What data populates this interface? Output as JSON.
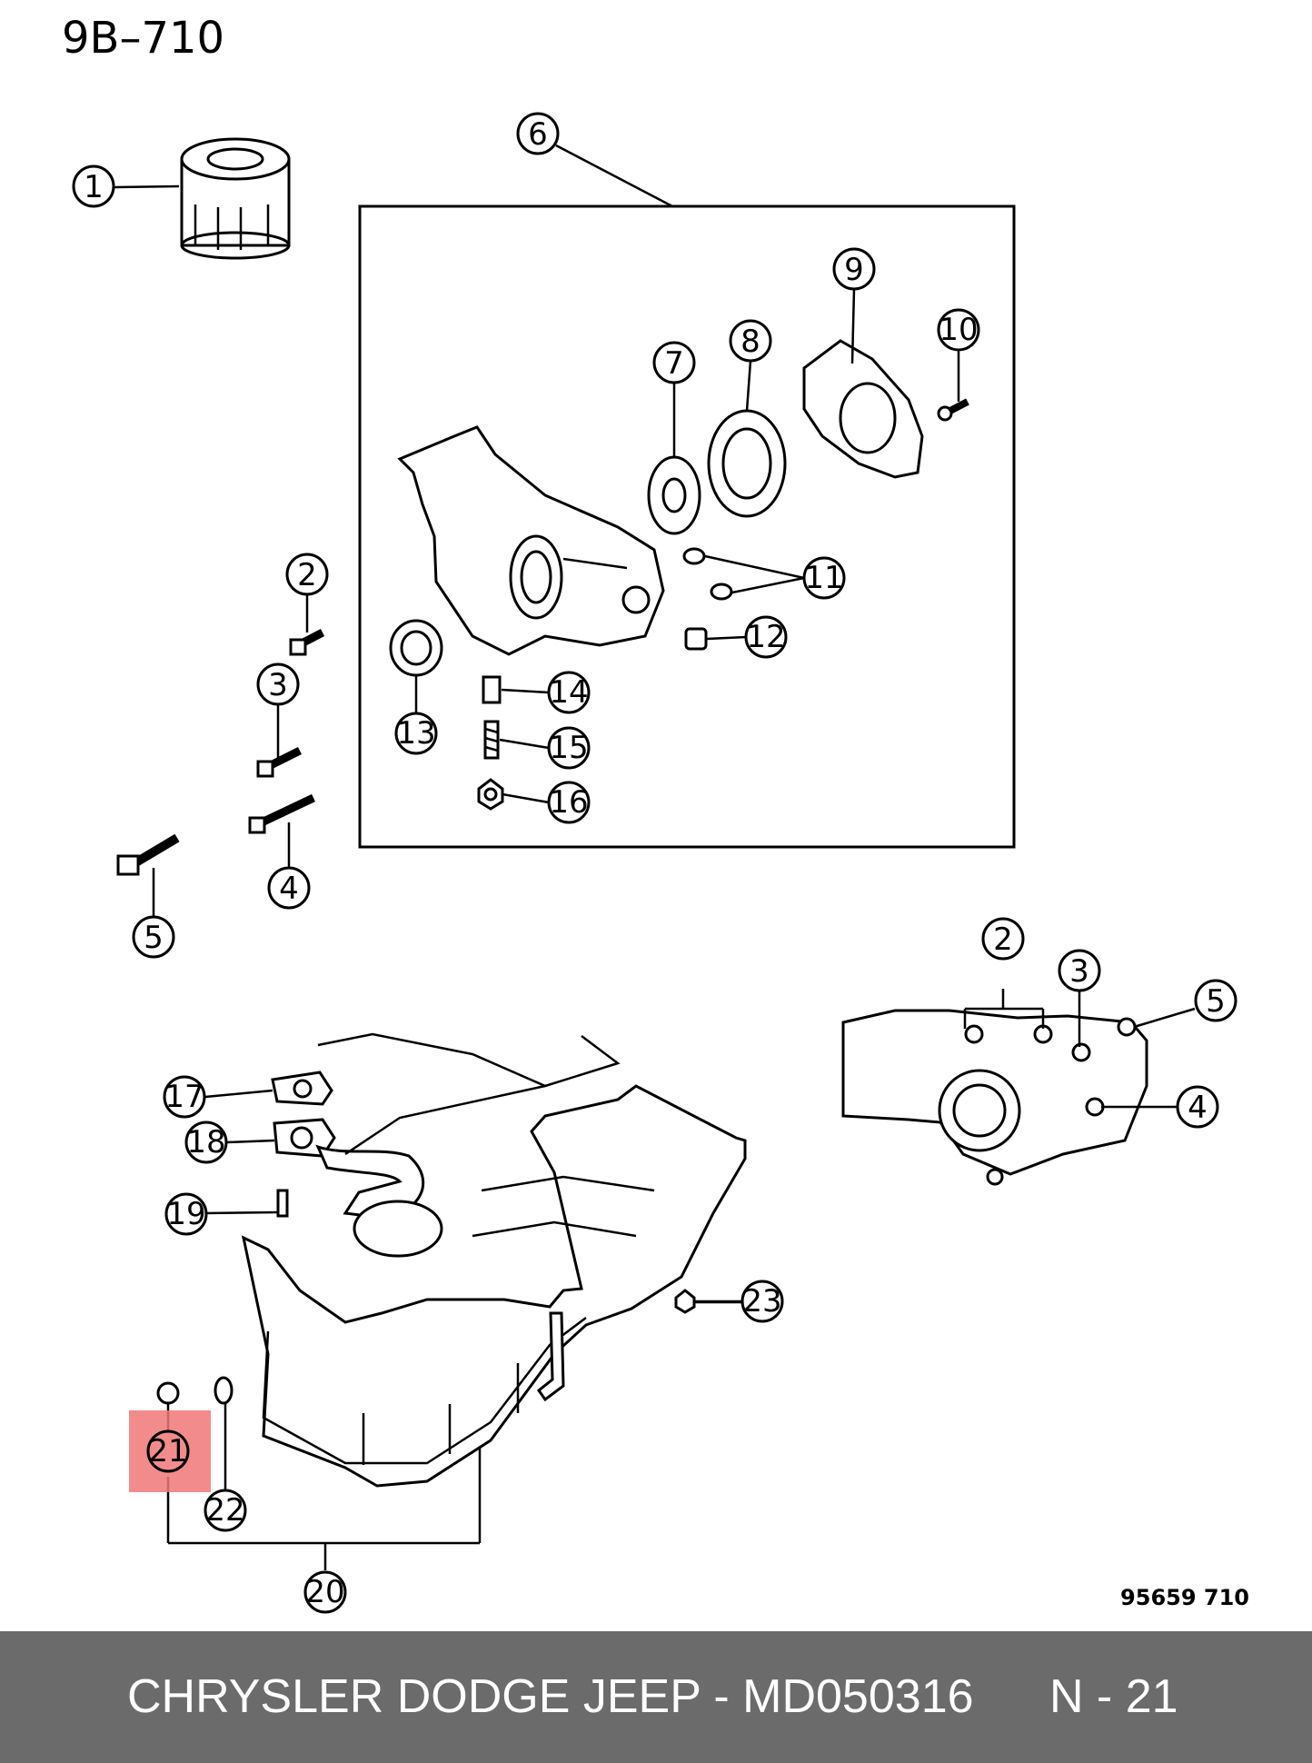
{
  "diagram": {
    "code": "9B–710",
    "figure_id": "95659 710",
    "highlight_color": "#f07878",
    "callouts": [
      {
        "id": "c1",
        "text": "1"
      },
      {
        "id": "c6",
        "text": "6"
      },
      {
        "id": "c9",
        "text": "9"
      },
      {
        "id": "c10",
        "text": "10"
      },
      {
        "id": "c8",
        "text": "8"
      },
      {
        "id": "c7",
        "text": "7"
      },
      {
        "id": "c11",
        "text": "11"
      },
      {
        "id": "c12",
        "text": "12"
      },
      {
        "id": "c13",
        "text": "13"
      },
      {
        "id": "c14",
        "text": "14"
      },
      {
        "id": "c15",
        "text": "15"
      },
      {
        "id": "c16",
        "text": "16"
      },
      {
        "id": "c2",
        "text": "2"
      },
      {
        "id": "c3",
        "text": "3"
      },
      {
        "id": "c4",
        "text": "4"
      },
      {
        "id": "c5",
        "text": "5"
      },
      {
        "id": "c2b",
        "text": "2"
      },
      {
        "id": "c3b",
        "text": "3"
      },
      {
        "id": "c5b",
        "text": "5"
      },
      {
        "id": "c4b",
        "text": "4"
      },
      {
        "id": "c17",
        "text": "17"
      },
      {
        "id": "c18",
        "text": "18"
      },
      {
        "id": "c19",
        "text": "19"
      },
      {
        "id": "c23",
        "text": "23"
      },
      {
        "id": "c21",
        "text": "21"
      },
      {
        "id": "c22",
        "text": "22"
      },
      {
        "id": "c20",
        "text": "20"
      }
    ]
  },
  "footer": {
    "title": "CHRYSLER DODGE JEEP - MD050316",
    "page": "N - 21",
    "background": "#6b6b6b"
  }
}
